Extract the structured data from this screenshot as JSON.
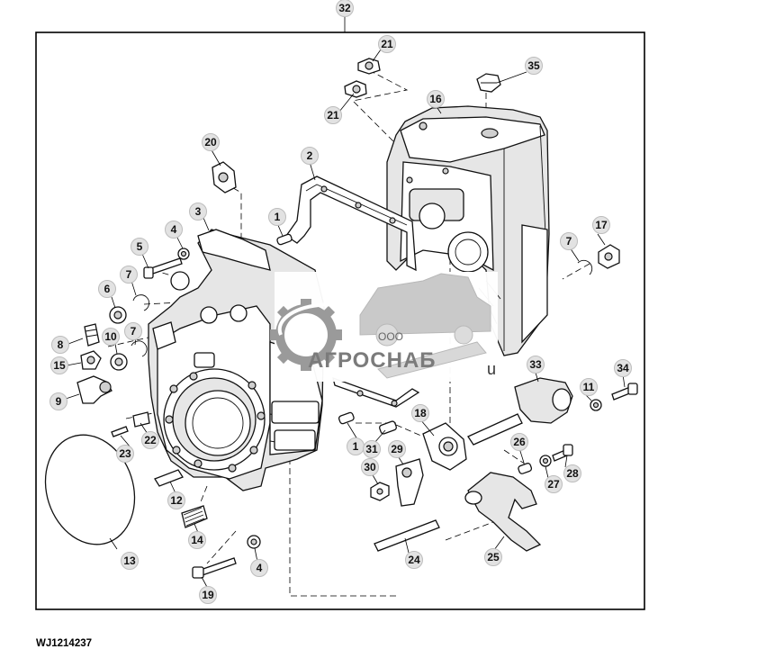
{
  "figure_id": "WJ1214237",
  "assembly_callout": "32",
  "callouts": [
    "21",
    "21",
    "35",
    "16",
    "20",
    "2",
    "3",
    "1",
    "4",
    "5",
    "17",
    "7",
    "7",
    "6",
    "8",
    "10",
    "7",
    "15",
    "9",
    "33",
    "11",
    "34",
    "23",
    "22",
    "1",
    "18",
    "31",
    "29",
    "30",
    "26",
    "28",
    "27",
    "12",
    "13",
    "14",
    "4",
    "19",
    "24",
    "25"
  ],
  "watermark": {
    "prefix": "ООО",
    "name": "АГРОСНАБ",
    "suffix": "u"
  }
}
